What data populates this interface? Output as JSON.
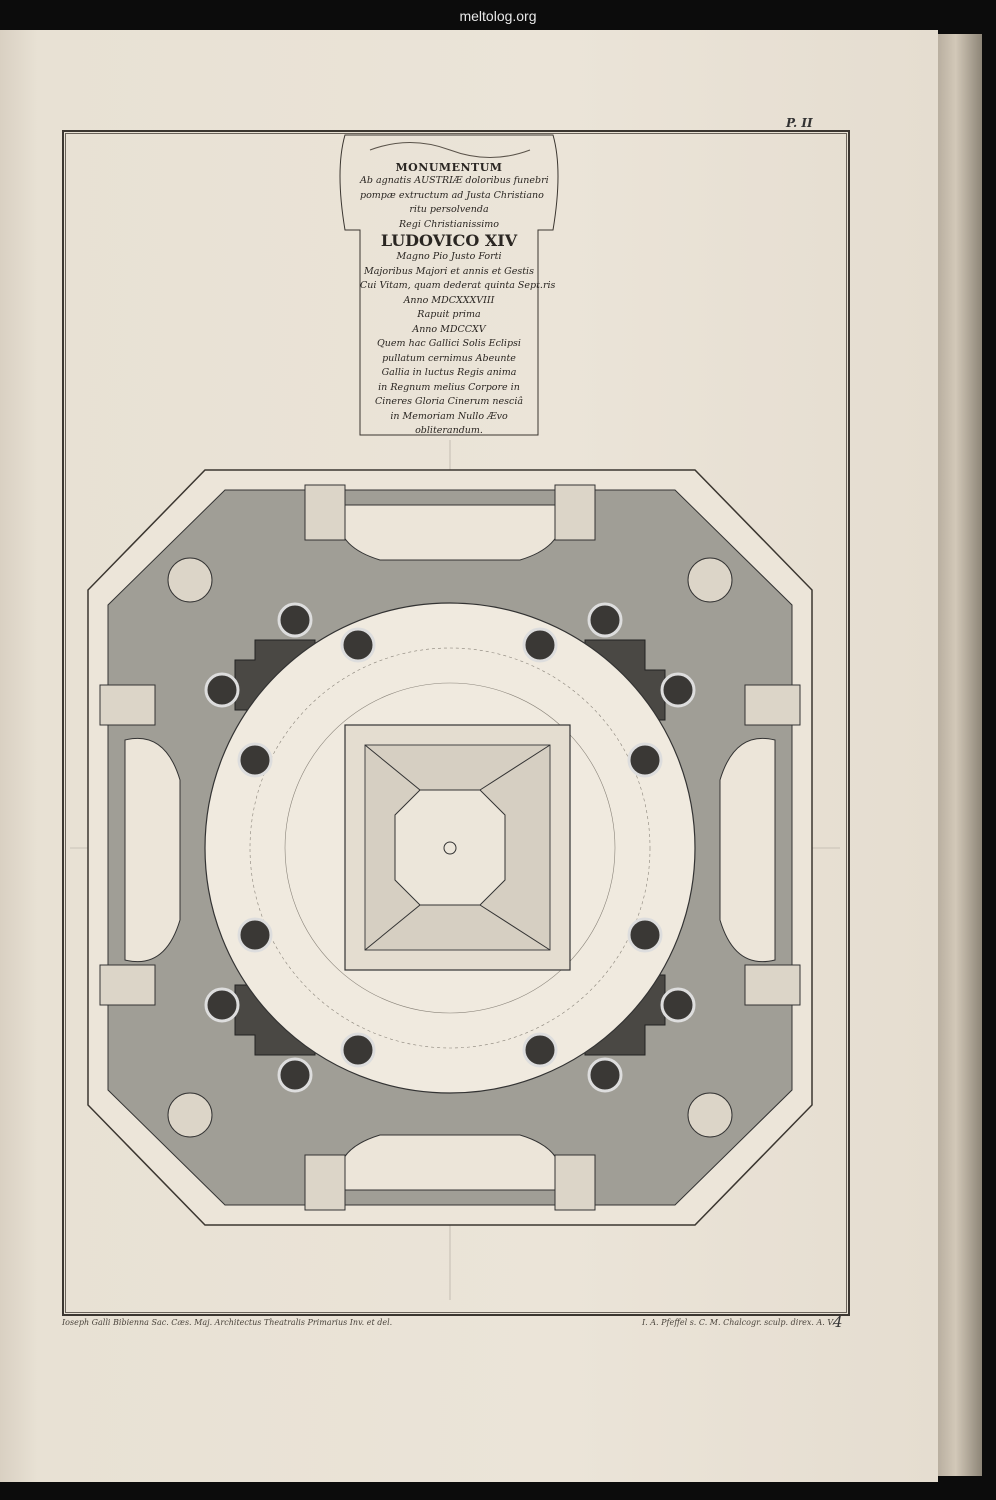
{
  "watermark": "meltolog.org",
  "plate_label": "P. II",
  "inscription": {
    "title": "MONUMENTUM",
    "lines": [
      "Ab agnatis AUSTRIÆ doloribus funebri",
      "pompæ extructum ad Justa Christiano",
      "ritu persolvenda",
      "Regi Christianissimo"
    ],
    "name": "LUDOVICO XIV",
    "lines2": [
      "Magno Pio Justo Forti",
      "Majoribus Majori et annis et Gestis",
      "Cui Vitam, quam dederat quinta Sept.ris",
      "Anno MDCXXXVIII",
      "Rapuit prima",
      "Anno MDCCXV",
      "Quem hac Gallici Solis Eclipsi",
      "pullatum cernimus Abeunte",
      "Gallia in luctus Regis anima",
      "in Regnum melius Corpore in",
      "Cineres Gloria Cinerum nesciâ",
      "in Memoriam Nullo Ævo",
      "obliterandum."
    ]
  },
  "credits": {
    "left": "Ioseph Galli Bibienna Sac. Cæs. Maj. Architectus Theatralis Primarius Inv. et del.",
    "right": "I. A. Pfeffel s. C. M. Chalcogr. sculp. direx. A. V."
  },
  "page_number": "4",
  "colors": {
    "paper": "#ebe4d8",
    "ink": "#2a2622",
    "wash": "#9c9a92",
    "dark_wash": "#4a4844"
  }
}
